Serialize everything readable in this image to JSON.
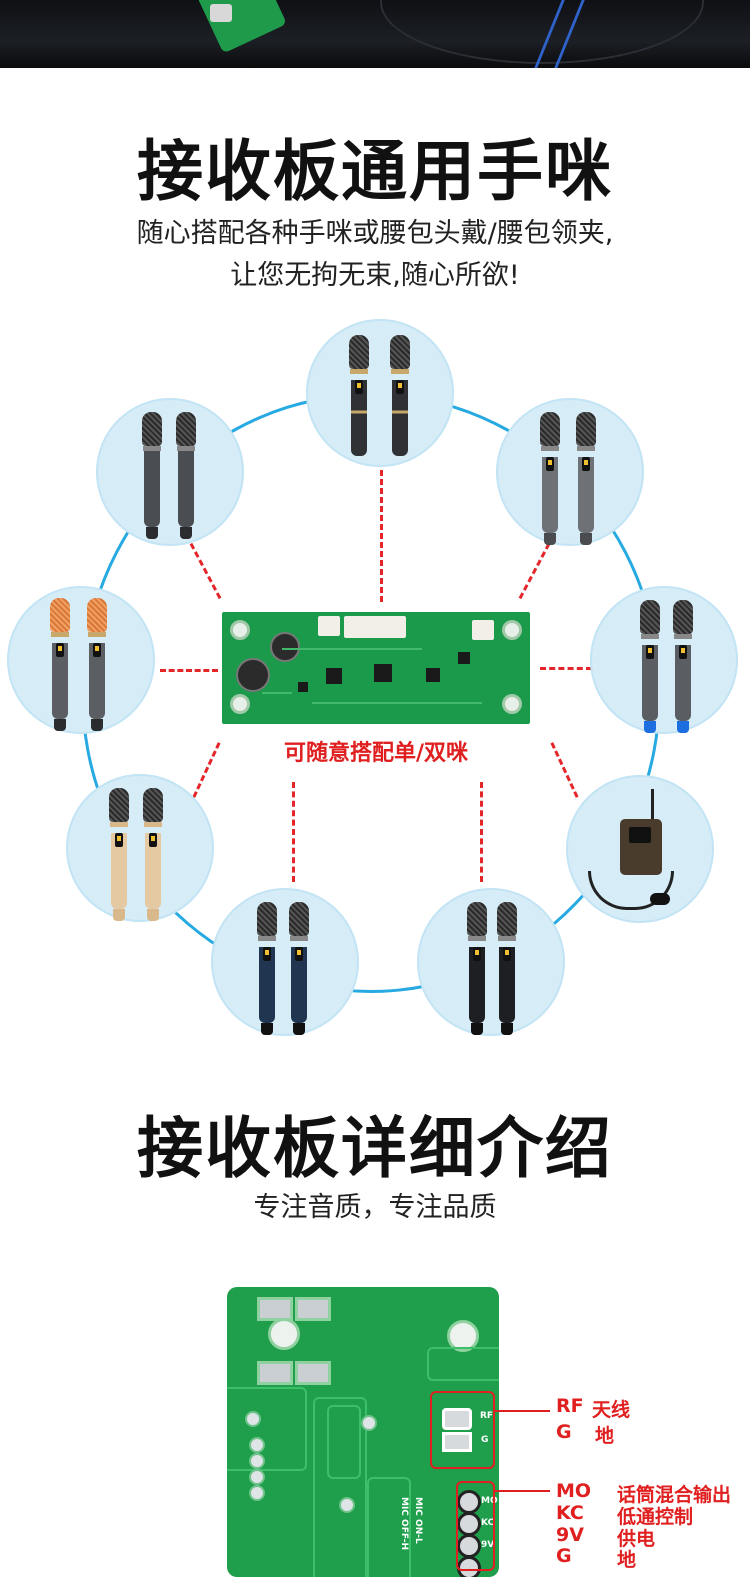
{
  "colors": {
    "ring": "#27a9e1",
    "dash": "#e4262a",
    "accent_red": "#e02020",
    "pcb_green": "#1c9a4c"
  },
  "section1": {
    "title": "接收板通用手咪",
    "subtitle_line1": "随心搭配各种手咪或腰包头戴/腰包领夹,",
    "subtitle_line2": "让您无拘无束,随心所欲!",
    "center_caption": "可随意搭配单/双咪"
  },
  "section2": {
    "title": "接收板详细介绍",
    "subtitle": "专注音质，专注品质"
  },
  "board_silk": {
    "rf": "RF",
    "g": "G",
    "mo": "MO",
    "kc": "KC",
    "v9": "9V",
    "mic_on": "MIC ON-L",
    "mic_off": "MIC OFF-H"
  },
  "pins": [
    {
      "code": "RF",
      "desc": "天线"
    },
    {
      "code": "G",
      "desc": "地"
    },
    {
      "code": "MO",
      "desc": "话筒混合输出"
    },
    {
      "code": "KC",
      "desc": "低通控制"
    },
    {
      "code": "9V",
      "desc": "供电"
    },
    {
      "code": "G",
      "desc": "地"
    }
  ],
  "mic_variants": [
    {
      "icon": "dark-handheld-mic-icon",
      "body": "#3a3d42"
    },
    {
      "icon": "gold-handheld-mic-icon",
      "body": "#c8a86a"
    },
    {
      "icon": "grey-handheld-mic-icon",
      "body": "#6e7176"
    },
    {
      "icon": "blue-tail-mic-icon",
      "body": "#5a5d62"
    },
    {
      "icon": "headset-bodypack-icon",
      "body": "#4a3c2c"
    },
    {
      "icon": "black-handheld-mic-icon",
      "body": "#1e1f22"
    },
    {
      "icon": "navy-handheld-mic-icon",
      "body": "#1f3550"
    },
    {
      "icon": "champagne-handheld-mic-icon",
      "body": "#e4c9a2"
    },
    {
      "icon": "orange-grille-mic-icon",
      "body": "#5b5e63"
    }
  ]
}
